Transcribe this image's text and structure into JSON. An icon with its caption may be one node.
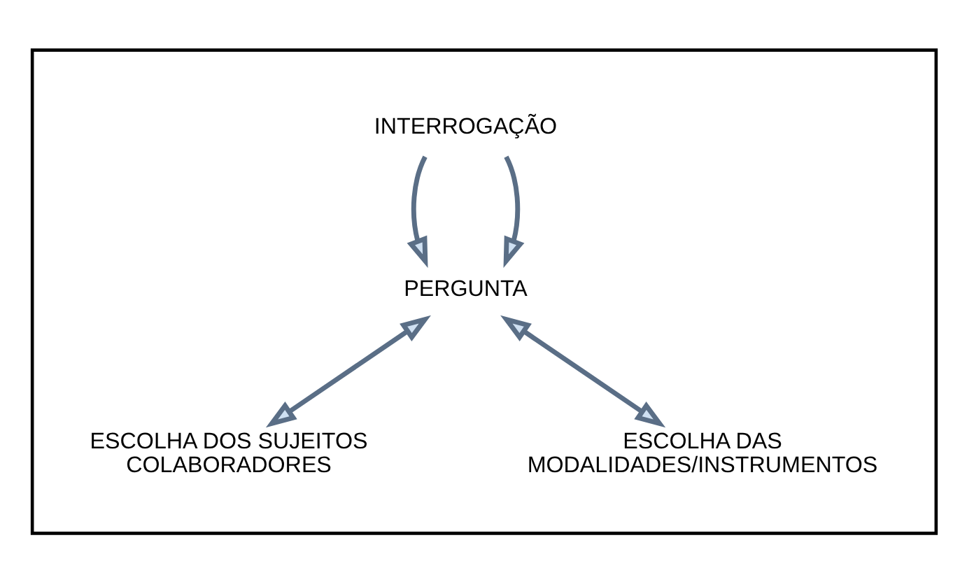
{
  "diagram": {
    "nodes": [
      {
        "text": [],
        "shape": "box"
      },
      {
        "text": [
          "INTERROGAÇÃO"
        ],
        "in": 0
      },
      {
        "text": [
          "PERGUNTA"
        ],
        "in": 0
      },
      {
        "text": [
          "ESCOLHA DOS SUJEITOS COLABORADORES"
        ],
        "in": 0
      },
      {
        "text": [
          "ESCOLHA DAS MODALIDADES/INSTRUMENTOS"
        ],
        "in": 0
      }
    ],
    "edges": [
      {
        "from": 1,
        "to": 2,
        "arrow": "to"
      },
      {
        "from": 1,
        "to": 2,
        "arrow": "to"
      },
      {
        "from": 2,
        "to": 3,
        "arrow": "both"
      },
      {
        "from": 2,
        "to": 4,
        "arrow": "both"
      }
    ]
  }
}
